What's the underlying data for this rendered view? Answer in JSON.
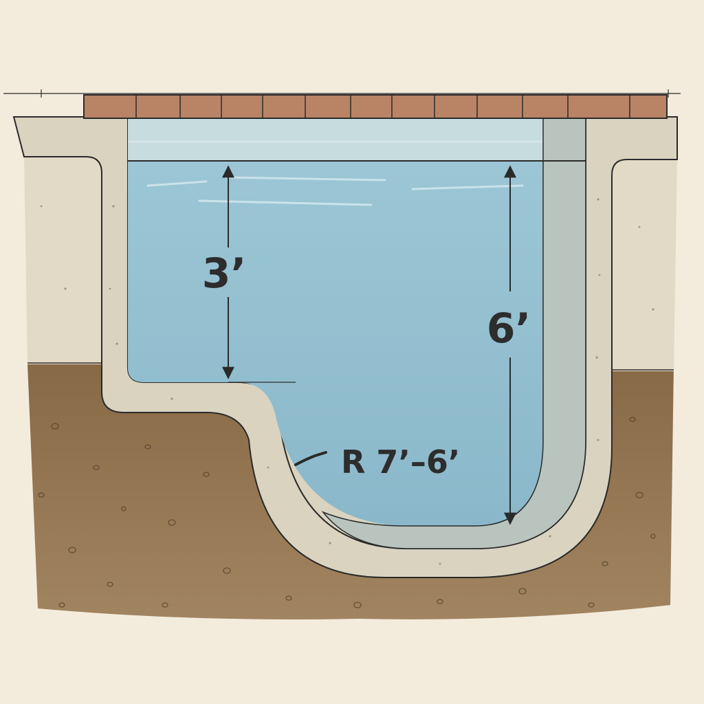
{
  "diagram": {
    "shallow_depth_label": "3’",
    "deep_depth_label": "6’",
    "radius_label": "R 7’–6’"
  },
  "colors": {
    "paper": "#f3ecdd",
    "water": "#8fbccd",
    "water_light": "#b4d3dd",
    "concrete": "#d8d2bf",
    "soil": "#8b6a43",
    "coping": "#b98466",
    "line": "#2a2a2a"
  }
}
